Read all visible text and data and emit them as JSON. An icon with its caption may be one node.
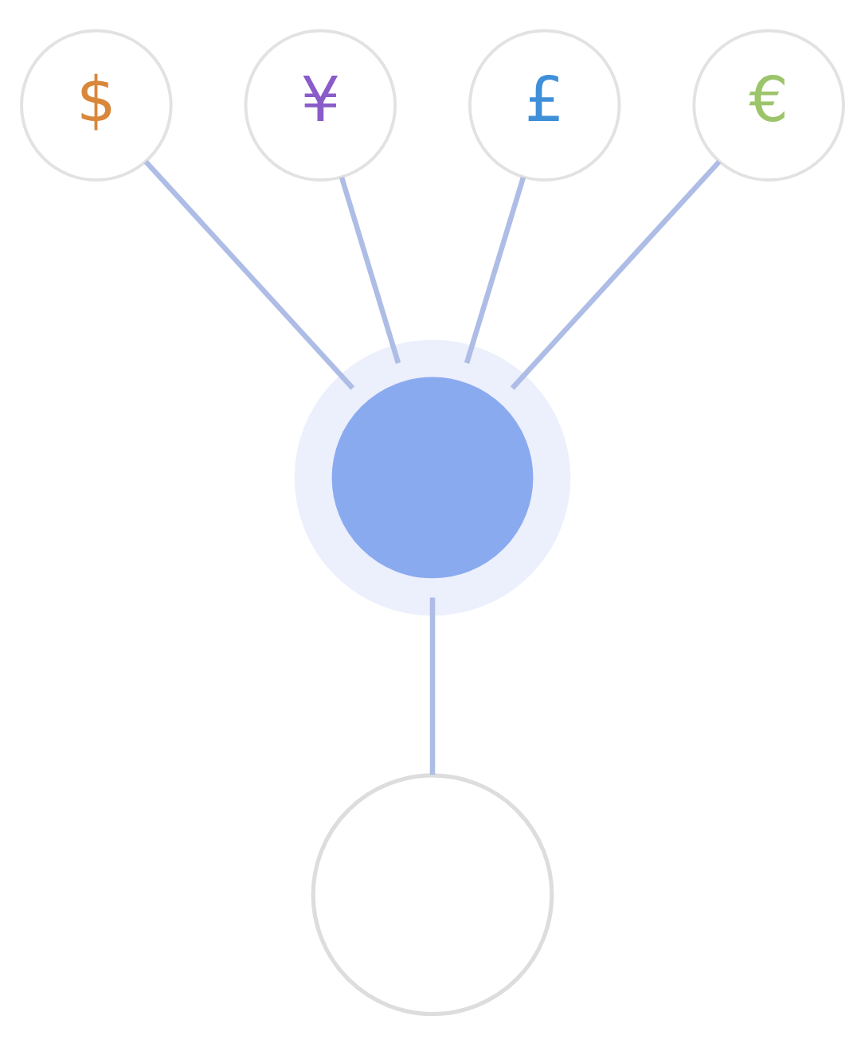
{
  "diagram": {
    "nodes": [
      {
        "text": [
          "$"
        ]
      },
      {
        "text": [
          "¥"
        ]
      },
      {
        "text": [
          "£"
        ]
      },
      {
        "text": [
          "€"
        ]
      },
      {
        "text": [],
        "shape": "circle"
      },
      {
        "text": [],
        "shape": "person"
      }
    ],
    "edges": [
      {
        "from": 0,
        "to": 4,
        "arrow": "none"
      },
      {
        "from": 1,
        "to": 4,
        "arrow": "none"
      },
      {
        "from": 2,
        "to": 4,
        "arrow": "none"
      },
      {
        "from": 3,
        "to": 4,
        "arrow": "none"
      },
      {
        "from": 4,
        "to": 5,
        "arrow": "none"
      }
    ]
  }
}
